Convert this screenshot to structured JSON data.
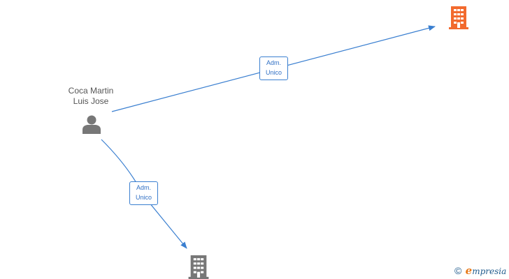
{
  "person": {
    "name_line1": "Coca Martin",
    "name_line2": "Luis Jose",
    "icon": "person-icon",
    "color": "#777777"
  },
  "companies": [
    {
      "icon": "building-icon",
      "color": "#f26a2e"
    },
    {
      "icon": "building-icon",
      "color": "#777777"
    }
  ],
  "edges": [
    {
      "label_line1": "Adm.",
      "label_line2": "Unico",
      "color": "#3a7fd0"
    },
    {
      "label_line1": "Adm.",
      "label_line2": "Unico",
      "color": "#3a7fd0"
    }
  ],
  "brand": {
    "copyright": "©",
    "e_letter": "e",
    "rest": "mpresia"
  }
}
